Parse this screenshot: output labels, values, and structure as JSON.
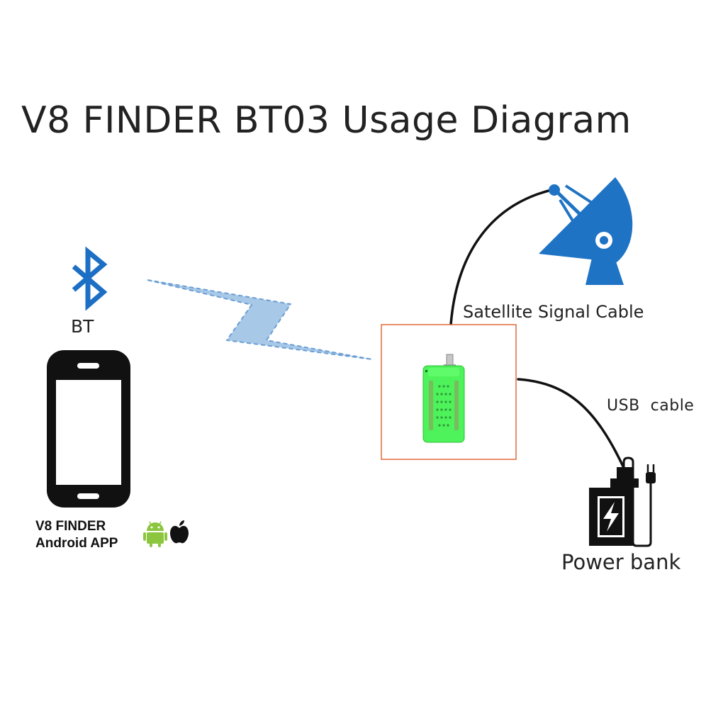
{
  "title": "V8 FINDER BT03 Usage Diagram",
  "nodes": {
    "bluetooth": {
      "label": "BT"
    },
    "phone_app": {
      "line1": "V8 FINDER",
      "line2": "Android APP"
    },
    "satellite": {
      "label": "Satellite Signal Cable"
    },
    "usb": {
      "label": "USB  cable"
    },
    "power_bank": {
      "label": "Power bank"
    }
  },
  "icons": {
    "bluetooth": "bluetooth-icon",
    "phone": "smartphone-icon",
    "android": "android-icon",
    "apple": "apple-icon",
    "dish": "satellite-dish-icon",
    "finder": "v8-finder-device",
    "battery": "power-bank-icon",
    "plug": "power-plug-icon",
    "signal": "lightning-signal"
  },
  "colors": {
    "bluetooth": "#1c6fc4",
    "dish": "#1f73c4",
    "signal": "#a8c8e8",
    "device": "#4ef25a",
    "device_frame": "#e06a3a",
    "android": "#8cc63f",
    "ink": "#111111"
  }
}
